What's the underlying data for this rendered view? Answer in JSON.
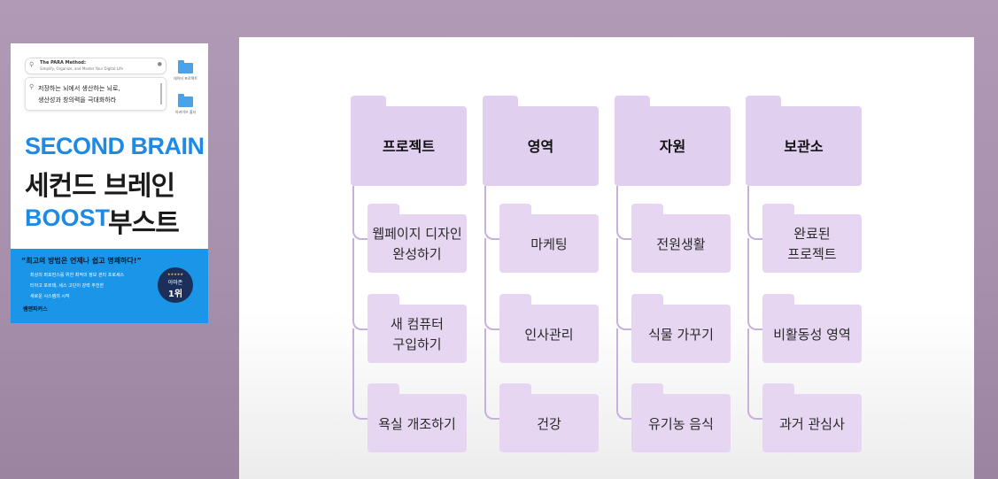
{
  "book": {
    "search_query_title": "The PARA Method:",
    "search_query_subtitle": "Simplify, Organize, and Master Your Digital Life",
    "result_line1": "저장하는 뇌에서 생산하는 뇌로,",
    "result_line2": "생산성과 창의력을 극대화하라",
    "folder1_label": "데이터 프로젝트",
    "folder2_label": "아카이브 폴더",
    "title_en_1": "SECOND BRAIN",
    "title_ko_1": "세컨드 브레인",
    "title_en_2": "BOOST",
    "title_ko_2": "부스트",
    "quote": "“최고의 방법은 언제나 쉽고 명쾌하다!”",
    "sub1": "최상의 퍼포먼스를 위한 최적의 정보 관리 프로세스",
    "sub2": "티아고 포르테, 세스 고딘이 강력 추천한",
    "sub3": "새로운 시스템의 시작",
    "badge_stars": "★★★★★",
    "badge_top": "아마존",
    "badge_bottom": "1위",
    "publisher": "쌤앤파커스",
    "colors": {
      "title_blue": "#1e8ae6",
      "band_blue": "#1b95e8",
      "badge_navy": "#1b2f5a"
    }
  },
  "para": {
    "columns": [
      {
        "title": "프로젝트",
        "items": [
          "웹페이지 디자인\n완성하기",
          "새 컴퓨터\n구입하기",
          "욕실 개조하기"
        ]
      },
      {
        "title": "영역",
        "items": [
          "마케팅",
          "인사관리",
          "건강"
        ]
      },
      {
        "title": "자원",
        "items": [
          "전원생활",
          "식물 가꾸기",
          "유기농 음식"
        ]
      },
      {
        "title": "보관소",
        "items": [
          "완료된\n프로젝트",
          "비활동성 영역",
          "과거 관심사"
        ]
      }
    ],
    "colors": {
      "folder": "#e6d6f1",
      "connector": "#c6b0dc"
    }
  }
}
